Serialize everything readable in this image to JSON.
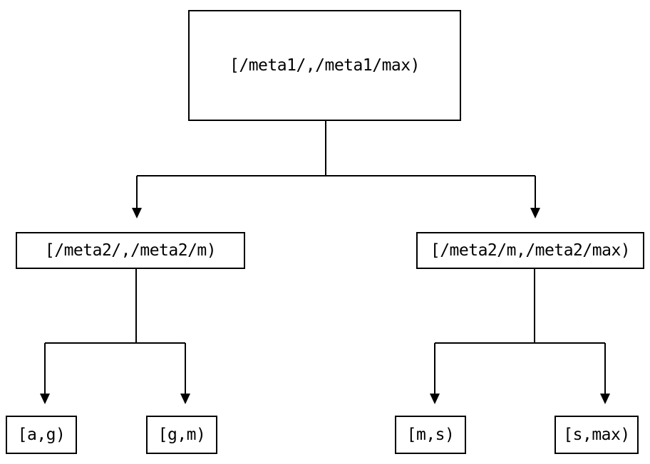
{
  "colors": {
    "background": "#ffffff",
    "line": "#000000",
    "box_border": "#000000",
    "text": "#000000"
  },
  "diagram": {
    "type": "binary-interval-tree",
    "nodes": {
      "root": {
        "label": "[/meta1/,/meta1/max)"
      },
      "left": {
        "label": "[/meta2/,/meta2/m)"
      },
      "right": {
        "label": "[/meta2/m,/meta2/max)"
      },
      "left_left": {
        "label": "[a,g)"
      },
      "left_right": {
        "label": "[g,m)"
      },
      "right_left": {
        "label": "[m,s)"
      },
      "right_right": {
        "label": "[s,max)"
      }
    },
    "edges": [
      {
        "from": "root",
        "to": "left"
      },
      {
        "from": "root",
        "to": "right"
      },
      {
        "from": "left",
        "to": "left_left"
      },
      {
        "from": "left",
        "to": "left_right"
      },
      {
        "from": "right",
        "to": "right_left"
      },
      {
        "from": "right",
        "to": "right_right"
      }
    ]
  }
}
